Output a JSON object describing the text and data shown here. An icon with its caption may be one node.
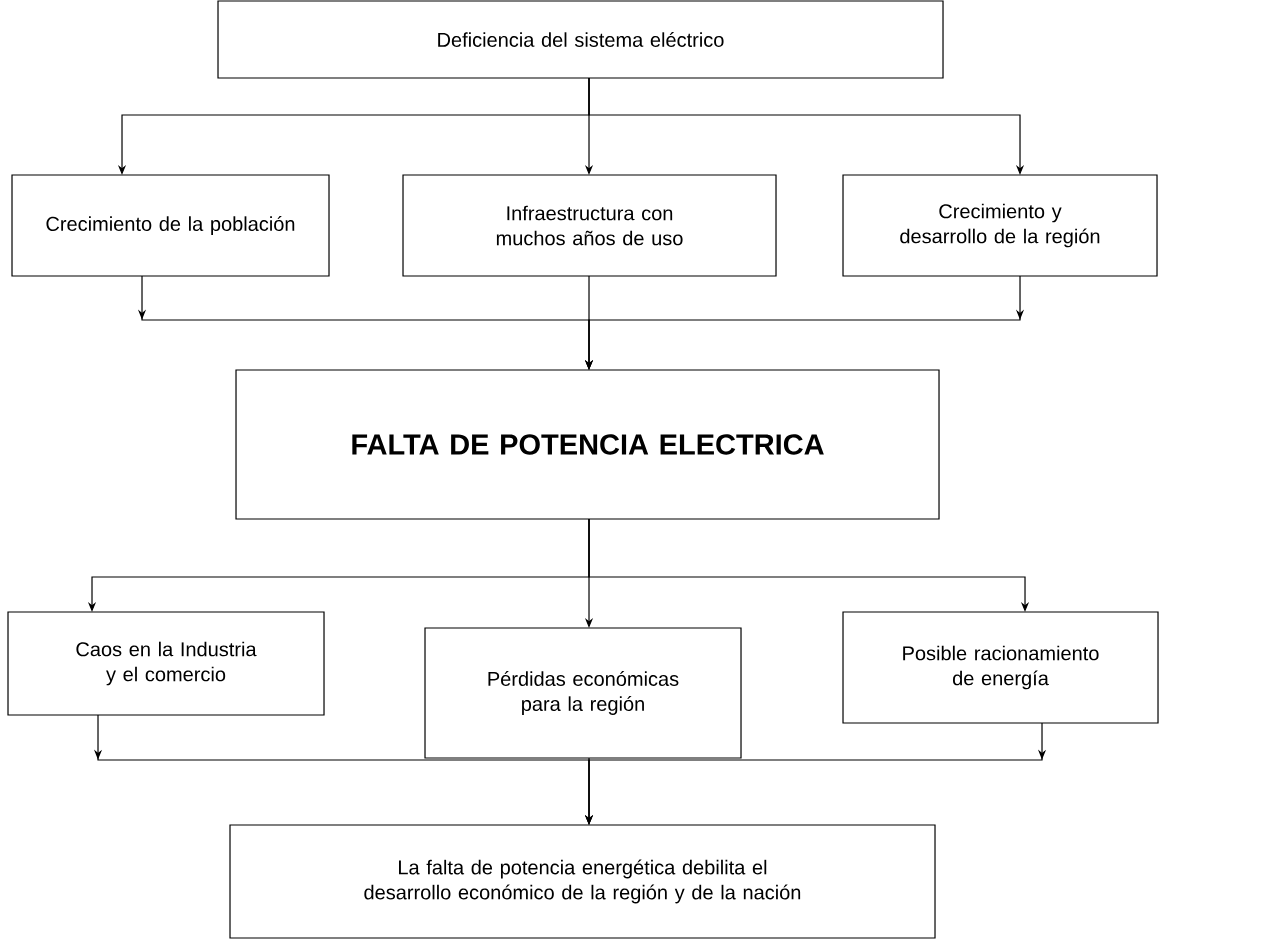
{
  "diagram": {
    "nodes": [
      {
        "text": [
          "Deficiencia del sistema eléctrico"
        ]
      },
      {
        "text": [
          "Crecimiento de la población"
        ]
      },
      {
        "text": [
          "Infraestructura con muchos años de uso"
        ]
      },
      {
        "text": [
          "Crecimiento y desarrollo de la región"
        ]
      },
      {
        "text": [
          "FALTA DE POTENCIA ELECTRICA"
        ]
      },
      {
        "text": [
          "Caos en la Industria y el comercio"
        ]
      },
      {
        "text": [
          "Pérdidas económicas para la región"
        ]
      },
      {
        "text": [
          "Posible racionamiento de energía"
        ]
      },
      {
        "text": [
          "La falta de potencia energética debilita el desarrollo económico de la región y de la nación"
        ]
      }
    ],
    "edges": [
      {
        "from": 0,
        "to": 1,
        "arrow": "to"
      },
      {
        "from": 0,
        "to": 2,
        "arrow": "to"
      },
      {
        "from": 0,
        "to": 3,
        "arrow": "to"
      },
      {
        "from": 1,
        "to": 4,
        "arrow": "to"
      },
      {
        "from": 2,
        "to": 4,
        "arrow": "to"
      },
      {
        "from": 3,
        "to": 4,
        "arrow": "to"
      },
      {
        "from": 4,
        "to": 5,
        "arrow": "to"
      },
      {
        "from": 4,
        "to": 6,
        "arrow": "to"
      },
      {
        "from": 4,
        "to": 7,
        "arrow": "to"
      },
      {
        "from": 5,
        "to": 8,
        "arrow": "to"
      },
      {
        "from": 6,
        "to": 8,
        "arrow": "to"
      },
      {
        "from": 7,
        "to": 8,
        "arrow": "to"
      }
    ]
  }
}
